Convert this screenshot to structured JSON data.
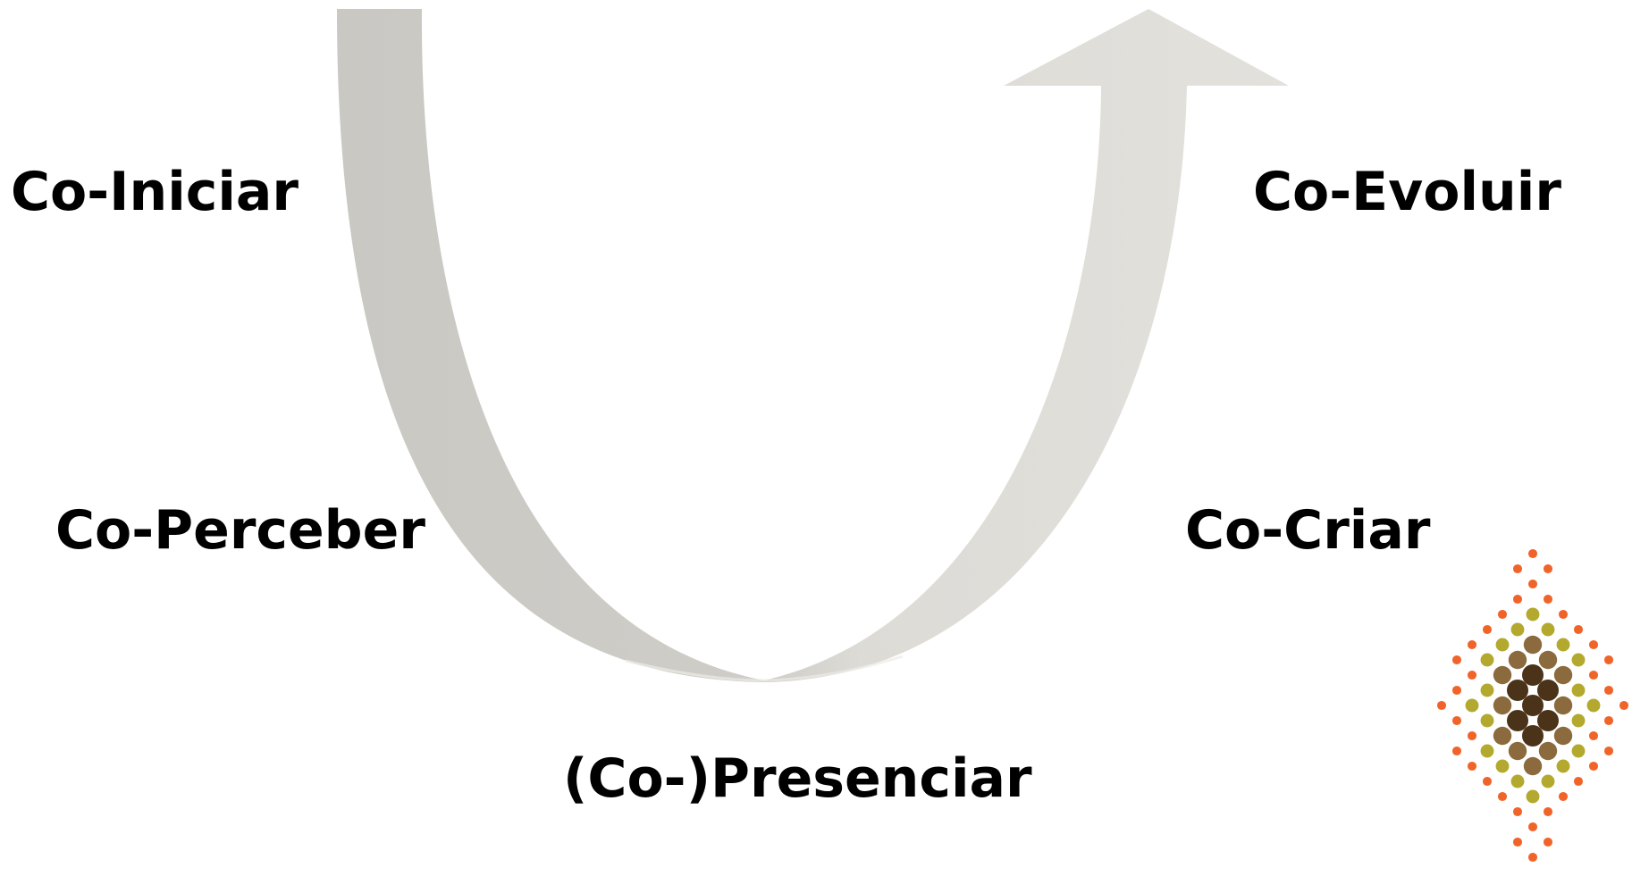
{
  "labels": {
    "co_iniciar": "Co-Iniciar",
    "co_perceber": "Co-Perceber",
    "co_presenciar": "(Co-)Presenciar",
    "co_criar": "Co-Criar",
    "co_evoluir": "Co-Evoluir"
  },
  "colors": {
    "arrow_left": "#c9c8c3",
    "arrow_right": "#e3e1dc",
    "text": "#000000",
    "logo_orange": "#f0642a",
    "logo_olive": "#b3a92e",
    "logo_brown": "#8b6a3e",
    "logo_dark": "#4a3318"
  }
}
